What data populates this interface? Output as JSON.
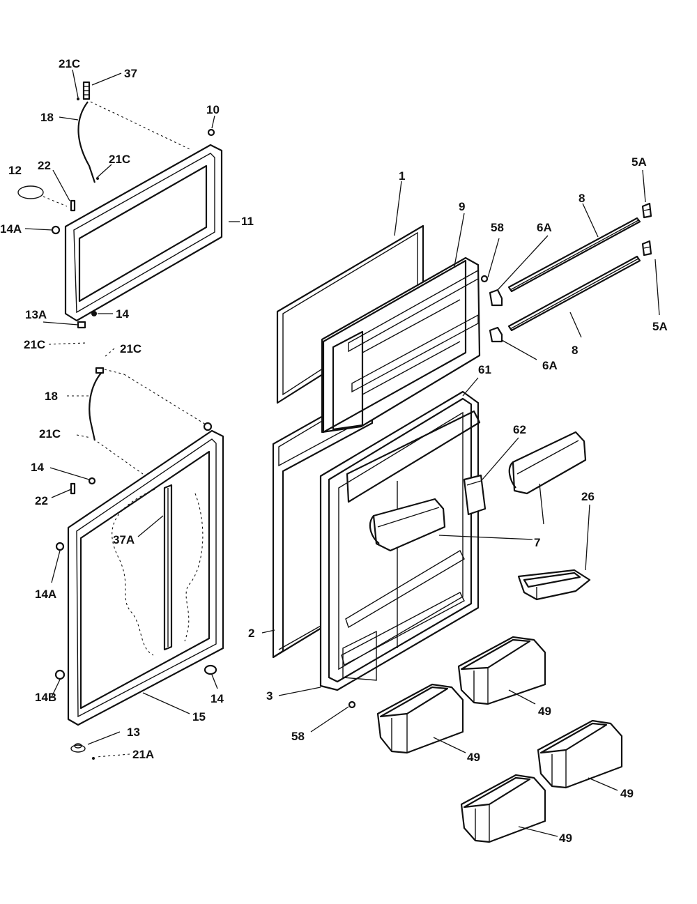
{
  "part_labels": {
    "p21c_top": "21C",
    "p37": "37",
    "p18_top": "18",
    "p10": "10",
    "p21c_mid": "21C",
    "p12": "12",
    "p22_top": "22",
    "p14a_top": "14A",
    "p11": "11",
    "p13a": "13A",
    "p14_top": "14",
    "p21c_low_left": "21C",
    "p21c_low_right": "21C",
    "p18_low": "18",
    "p21c_low": "21C",
    "p14_left": "14",
    "p22_low": "22",
    "p37a": "37A",
    "p14a_low": "14A",
    "p14b": "14B",
    "p14_bottom": "14",
    "p15": "15",
    "p13": "13",
    "p21a": "21A",
    "p1": "1",
    "p9": "9",
    "p58_top": "58",
    "p6a_top": "6A",
    "p8_top": "8",
    "p5a_top": "5A",
    "p5a_bottom": "5A",
    "p8_bottom": "8",
    "p6a_bottom": "6A",
    "p61": "61",
    "p62": "62",
    "p26": "26",
    "p7": "7",
    "p2": "2",
    "p3": "3",
    "p58_bottom": "58",
    "p49_a": "49",
    "p49_b": "49",
    "p49_c": "49",
    "p49_d": "49"
  }
}
